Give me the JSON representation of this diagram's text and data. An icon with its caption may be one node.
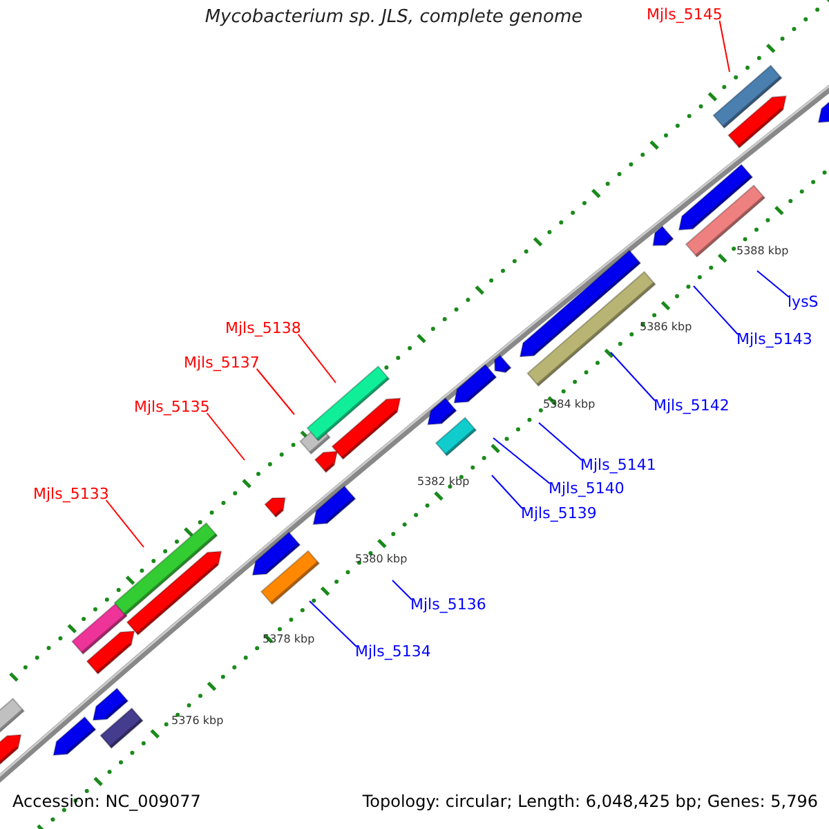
{
  "diagram": {
    "title": "Mycobacterium sp. JLS, complete genome",
    "nodes": [
      {
        "text": [
          "Mjls_5145"
        ]
      },
      {
        "text": [
          "Mjls_5138"
        ]
      },
      {
        "text": [
          "Mjls_5137"
        ]
      },
      {
        "text": [
          "Mjls_5135"
        ]
      },
      {
        "text": [
          "Mjls_5133"
        ]
      },
      {
        "text": [
          "lysS"
        ]
      },
      {
        "text": [
          "Mjls_5143"
        ]
      },
      {
        "text": [
          "Mjls_5142"
        ]
      },
      {
        "text": [
          "Mjls_5141"
        ]
      },
      {
        "text": [
          "Mjls_5140"
        ]
      },
      {
        "text": [
          "Mjls_5139"
        ]
      },
      {
        "text": [
          "Mjls_5136"
        ]
      },
      {
        "text": [
          "Mjls_5134"
        ]
      }
    ],
    "edges": [
      {
        "from": 0,
        "to": null,
        "arrow": "none",
        "color": "#ff0000"
      },
      {
        "from": 1,
        "to": null,
        "arrow": "none",
        "color": "#ff0000"
      },
      {
        "from": 2,
        "to": null,
        "arrow": "none",
        "color": "#ff0000"
      },
      {
        "from": 3,
        "to": null,
        "arrow": "none",
        "color": "#ff0000"
      },
      {
        "from": 4,
        "to": null,
        "arrow": "none",
        "color": "#ff0000"
      },
      {
        "from": 5,
        "to": null,
        "arrow": "none"
      },
      {
        "from": 6,
        "to": null,
        "arrow": "none"
      },
      {
        "from": 7,
        "to": null,
        "arrow": "none"
      },
      {
        "from": 8,
        "to": null,
        "arrow": "none"
      },
      {
        "from": 9,
        "to": null,
        "arrow": "none"
      },
      {
        "from": 10,
        "to": null,
        "arrow": "none"
      },
      {
        "from": 11,
        "to": null,
        "arrow": "none"
      },
      {
        "from": 12,
        "to": null,
        "arrow": "none"
      }
    ],
    "labels": [
      "5388 kbp",
      "5386 kbp",
      "5384 kbp",
      "5382 kbp",
      "5380 kbp",
      "5378 kbp",
      "5376 kbp",
      "Accession: NC_009077",
      "Topology: circular; Length: 6,048,425 bp; Genes: 5,796"
    ]
  }
}
